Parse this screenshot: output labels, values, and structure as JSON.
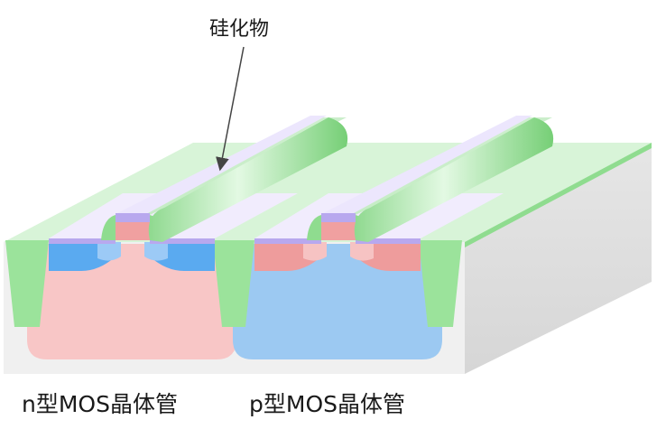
{
  "labels": {
    "silicide": "硅化物",
    "nmos": "n型MOS晶体管",
    "pmos": "p型MOS晶体管"
  },
  "colors": {
    "background": "#ffffff",
    "substrate_gray": "#e3e3e3",
    "oxide_green": "#9be39b",
    "top_green": "#d6f3d6",
    "p_well_pink": "#f7c4c4",
    "n_well_blue": "#99c8f0",
    "diffusion_blue": "#5aaaf0",
    "diffusion_pink": "#ee9a9a",
    "silicide_purple": "#b8a8ee",
    "gate_poly_pink": "#f0a0a0",
    "arrow": "#444444"
  }
}
